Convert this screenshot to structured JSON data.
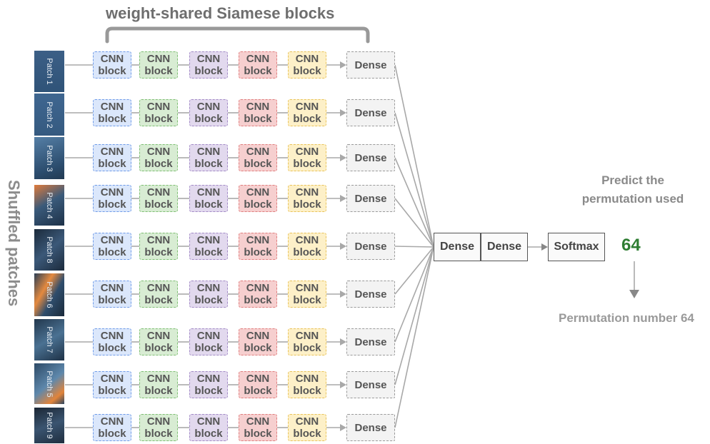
{
  "title": "weight-shared Siamese blocks",
  "side_label": "Shuffled patches",
  "cnn_block": {
    "line1": "CNN",
    "line2": "block"
  },
  "dense_label": "Dense",
  "softmax_label": "Softmax",
  "predict_text": "Predict the permutation used",
  "predicted_value": "64",
  "permutation_text": "Permutation number 64",
  "colors": {
    "cnn_blue": "#dbe7fb",
    "cnn_green": "#d8ecd3",
    "cnn_purple": "#e2d9ee",
    "cnn_red": "#f6cfcf",
    "cnn_yellow": "#fdf0c8",
    "predicted_value": "#2e7d32"
  },
  "rows": [
    {
      "patch": "Patch 1"
    },
    {
      "patch": "Patch 2"
    },
    {
      "patch": "Patch 3"
    },
    {
      "patch": "Patch 4"
    },
    {
      "patch": "Patch 8"
    },
    {
      "patch": "Patch 6"
    },
    {
      "patch": "Patch 7"
    },
    {
      "patch": "Patch 5"
    },
    {
      "patch": "Patch 9"
    }
  ]
}
